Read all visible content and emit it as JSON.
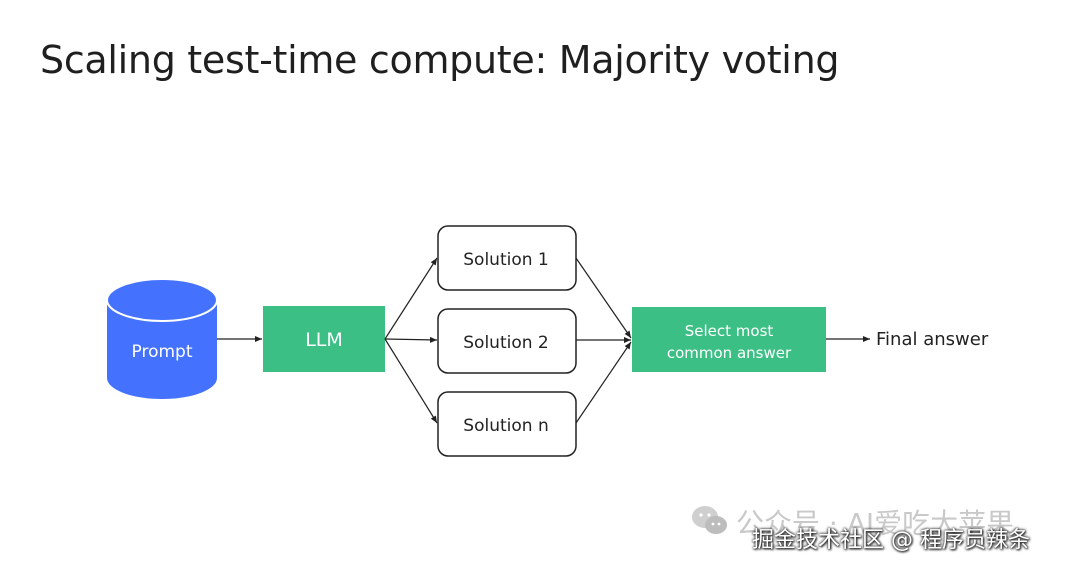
{
  "title": "Scaling test-time compute: Majority voting",
  "nodes": {
    "prompt": {
      "label": "Prompt",
      "color": "#4472ff"
    },
    "llm": {
      "label": "LLM",
      "color": "#3cbf84"
    },
    "solutions": [
      {
        "label": "Solution 1"
      },
      {
        "label": "Solution 2"
      },
      {
        "label": "Solution n"
      }
    ],
    "selector": {
      "line1": "Select most",
      "line2": "common answer",
      "color": "#3cbf84"
    },
    "output": {
      "label": "Final answer"
    }
  },
  "watermark": {
    "back_text": "公众号 · AI爱吃大苹果",
    "front_text": "掘金技术社区 @ 程序员辣条",
    "icon": "wechat-icon"
  }
}
